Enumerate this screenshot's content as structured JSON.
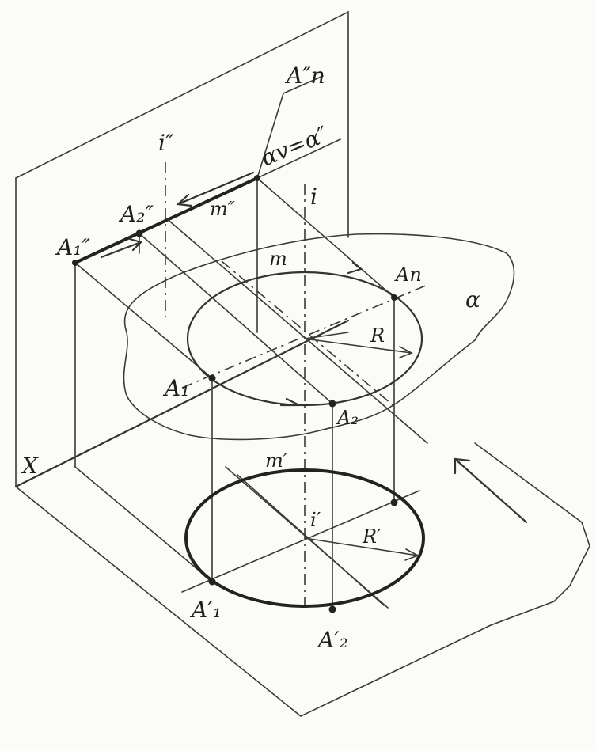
{
  "labels": {
    "x_axis": "X",
    "a1_frontal": "A₁″",
    "a2_frontal": "A₂″",
    "an_frontal": "A″n",
    "alpha_trace": "αv=α″",
    "i_frontal": "i″",
    "m_frontal": "m″",
    "i_axis": "i",
    "m_circle": "m",
    "an_point": "An",
    "alpha_plane": "α",
    "radius": "R",
    "a1_point": "A₁",
    "a2_point": "A₂",
    "m_horizontal": "m′",
    "i_horizontal": "i′",
    "radius_horizontal": "R′",
    "a1_horizontal": "A′₁",
    "a2_horizontal": "A′₂"
  },
  "colors": {
    "ink": "#222222",
    "paper": "#fbfbf8"
  }
}
